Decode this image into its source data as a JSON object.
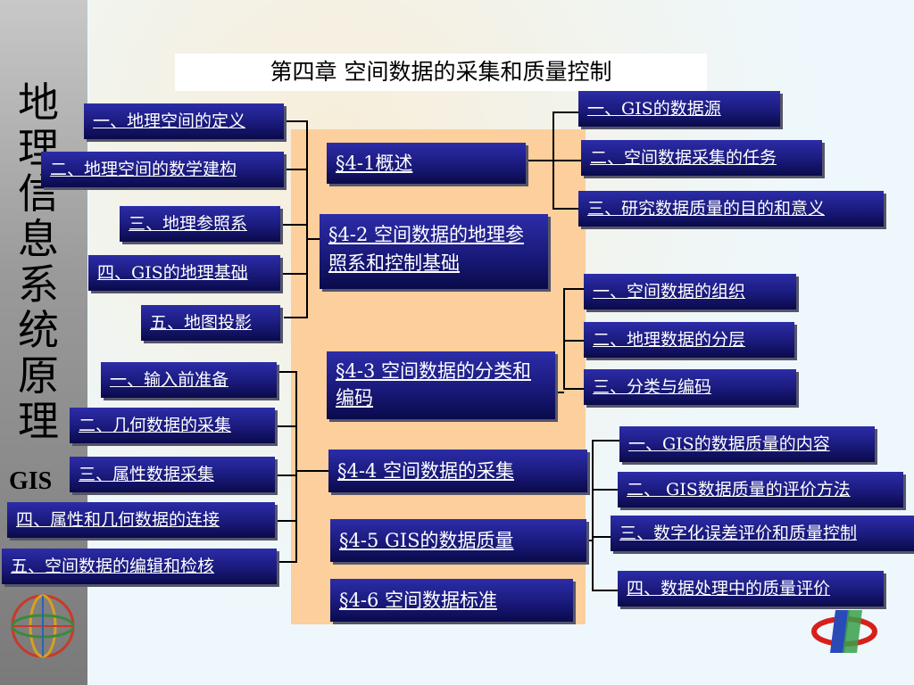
{
  "slide": {
    "title": "第四章  空间数据的采集和质量控制",
    "vertical_title": [
      "地",
      "理",
      "信",
      "息",
      "系",
      "统",
      "原",
      "理"
    ],
    "gis_label": "GIS"
  },
  "left_items": [
    "一、地理空间的定义",
    "二、地理空间的数学建构",
    "三、地理参照系",
    "四、GIS的地理基础",
    "五、地图投影",
    "一、输入前准备",
    "二、几何数据的采集",
    "三、属性数据采集",
    "四、属性和几何数据的连接",
    "五、空间数据的编辑和检核"
  ],
  "sections": [
    "§4-1概述",
    "§4-2 空间数据的地理参照系和控制基础",
    "§4-3 空间数据的分类和编码",
    "§4-4 空间数据的采集",
    "§4-5 GIS的数据质量",
    "§4-6 空间数据标准"
  ],
  "right_items": [
    "一、GIS的数据源",
    "二、空间数据采集的任务",
    "三、研究数据质量的目的和意义",
    "一、空间数据的组织",
    "二、地理数据的分层",
    "三、分类与编码",
    "一、GIS的数据质量的内容",
    "二、 GIS数据质量的评价方法",
    "三、数字化误差评价和质量控制",
    "四、数据处理中的质量评价"
  ]
}
